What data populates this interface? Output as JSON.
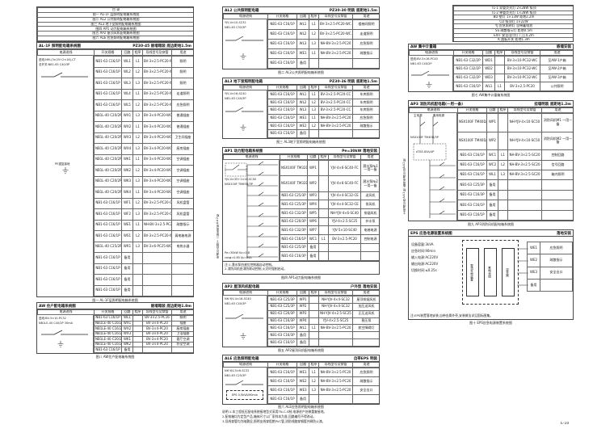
{
  "page": {
    "number": "E-10"
  },
  "left": {
    "index": {
      "widths": [
        194
      ],
      "rows": [
        [
          "目 录"
        ],
        [
          "图一 AL-1F 层照明配电箱系统图"
        ],
        [
          "图二 AL2 公共照明配电箱系统图"
        ],
        [
          "图三 AL3 地下室照明配电箱系统图"
        ],
        [
          "图四 AP1 动力配电箱系统图"
        ],
        [
          "图五 AP2 屋顶风机配电箱系统图"
        ],
        [
          "图六 ALE 应急照明配电箱系统图"
        ]
      ]
    },
    "main": {
      "title": {
        "name": "AL-1F 照明配电箱系统图",
        "spec": "PZ30-45 嵌墙暗装 底边距地1.5m"
      },
      "header": {
        "widths": [
          70,
          34,
          14,
          12,
          36,
          28
        ],
        "rows": [
          [
            "电源进线",
            "开关规格",
            "回路",
            "相序",
            "导线型号及穿管",
            "用途"
          ]
        ]
      },
      "dz": {
        "feeder": "进线:NM-(3×25+2×16)-CT",
        "breaker": "总开关:NB1-63 C40/3P",
        "ground": "PE重复接地"
      },
      "table": {
        "widths": [
          34,
          14,
          12,
          36,
          28
        ],
        "rows": [
          [
            "NB1-63 C16/1P",
            "WL1",
            "L1",
            "BV-3×2.5-PC20-WC.CC",
            "照明"
          ],
          [
            "NB1-63 C16/1P",
            "WL2",
            "L2",
            "BV-3×2.5-PC20-WC.CC",
            "照明"
          ],
          [
            "NB1-63 C16/1P",
            "WL3",
            "L3",
            "BV-3×2.5-PC20-WC.CC",
            "照明"
          ],
          [
            "NB1-63 C16/1P",
            "WL4",
            "L1",
            "BV-3×2.5-PC20-WC.CC",
            "走道照明"
          ],
          [
            "NB1-63 C16/1P",
            "WL5",
            "L2",
            "BV-3×2.5-PC20-WC.CC",
            "应急照明"
          ],
          [
            "NB1L-40 C20/2P",
            "WX1",
            "L3",
            "BV-3×4-PC20-WC.FC",
            "普通插座"
          ],
          [
            "NB1L-40 C20/2P",
            "WX2",
            "L1",
            "BV-3×4-PC20-WC.FC",
            "普通插座"
          ],
          [
            "NB1L-40 C20/2P",
            "WX3",
            "L2",
            "BV-3×4-PC20-WC.FC",
            "卫生间插座"
          ],
          [
            "NB1L-40 C20/2P",
            "WX4",
            "L3",
            "BV-3×4-PC20-WC.FC",
            "厨房插座"
          ],
          [
            "NB1L-40 C20/2P",
            "WK1",
            "L1",
            "BV-3×4-PC20-WC.CC",
            "空调插座"
          ],
          [
            "NB1L-40 C20/2P",
            "WK2",
            "L2",
            "BV-3×4-PC20-WC.CC",
            "空调插座"
          ],
          [
            "NB1L-40 C20/2P",
            "WK3",
            "L3",
            "BV-3×4-PC20-WC.CC",
            "空调插座"
          ],
          [
            "NB1L-40 C20/2P",
            "WK4",
            "L1",
            "BV-3×4-PC20-WC.CC",
            "空调插座"
          ],
          [
            "NB1-63 C16/1P",
            "WF1",
            "L2",
            "BV-3×2.5-PC20-CC",
            "风机盘管"
          ],
          [
            "NB1-63 C16/1P",
            "WF2",
            "L3",
            "BV-3×2.5-PC20-CC",
            "风机盘管"
          ],
          [
            "NB1-63 C16/1P",
            "WE1",
            "L1",
            "NH-BV-3×2.5-PC20",
            "疏散指示"
          ],
          [
            "NB1-63 C16/1P",
            "WS1",
            "L2",
            "BV-3×2.5-PC20-WC",
            "弱电箱电源"
          ],
          [
            "NB1L-40 C25/2P",
            "WR1",
            "L3",
            "BV-3×6-PC25-WC",
            "电热水器"
          ],
          [
            "NB1-63 C16/1P",
            "备用",
            "",
            "",
            ""
          ],
          [
            "NB1-63 C16/1P",
            "备用",
            "",
            "",
            ""
          ],
          [
            "NB1-63 C16/1P",
            "备用",
            "",
            "",
            ""
          ],
          [
            "NB1-63 C16/1P",
            "备用",
            "",
            "",
            ""
          ]
        ]
      },
      "cap": "图一 AL-1F层照明配电箱系统图"
    },
    "home": {
      "title": {
        "name": "AW 住户配电箱系统图",
        "spec": "嵌墙暗装 底边距地1.8m"
      },
      "header": {
        "widths": [
          70,
          34,
          14,
          12,
          36,
          28
        ],
        "rows": [
          [
            "电源进线",
            "开关规格",
            "回路",
            "相序",
            "导线型号及穿管",
            "用途"
          ]
        ]
      },
      "dz": {
        "feeder": "进线:BV-3×10-PC32",
        "breaker": "NB1LE-40 C40/2P 30mA"
      },
      "table": {
        "widths": [
          34,
          14,
          12,
          36,
          28
        ],
        "rows": [
          [
            "NB1-63 C16/1P",
            "WL1",
            "",
            "BV-3×2.5-PC16",
            "照明"
          ],
          [
            "NB1LE-40 C16/2P",
            "WX1",
            "",
            "BV-3×4-PC20",
            "插座"
          ],
          [
            "NB1LE-40 C16/2P",
            "WX2",
            "",
            "BV-3×4-PC20",
            "厨房插座"
          ],
          [
            "NB1LE-40 C16/2P",
            "WX3",
            "",
            "BV-3×4-PC20",
            "卫浴插座"
          ],
          [
            "NB1LE-40 C20/2P",
            "WK1",
            "",
            "BV-3×4-PC20",
            "客厅空调"
          ],
          [
            "NB1LE-40 C16/2P",
            "WK2",
            "",
            "BV-3×4-PC20",
            "卧室空调"
          ],
          [
            "NB1-63 C16/1P",
            "备用",
            "",
            "",
            ""
          ]
        ]
      },
      "cap": "图八 AW住户配电箱系统图"
    }
  },
  "mid": {
    "m1": {
      "title": {
        "name": "AL2 公共照明配电箱",
        "spec": "PZ30-30 明装 底距地1.5m"
      },
      "header": {
        "widths": [
          55,
          36,
          15,
          12,
          42,
          34
        ],
        "rows": [
          [
            "电源进线",
            "开关规格",
            "回路",
            "相序",
            "导线型号及穿管",
            "用途"
          ]
        ]
      },
      "dz": {
        "feeder": "YJV-4×10-SC32",
        "breaker": "NB1-63 C32/3P"
      },
      "table": {
        "widths": [
          36,
          15,
          12,
          42,
          34
        ],
        "rows": [
          [
            "NB1-63 C16/1P",
            "WL1",
            "L1",
            "BV-3×2.5-PC20-WC.CC",
            "楼梯间照明"
          ],
          [
            "NB1-63 C16/1P",
            "WL2",
            "L2",
            "BV-3×2.5-PC20-WC.CC",
            "走道照明"
          ],
          [
            "NB1-63 C16/1P",
            "WL3",
            "L3",
            "NH-BV-3×2.5-PC20",
            "应急照明"
          ],
          [
            "NB1-63 C16/1P",
            "WE1",
            "L1",
            "NH-BV-3×2.5-PC20",
            "疏散指示"
          ],
          [
            "NB1-63 C16/1P",
            "备用",
            "",
            "",
            ""
          ]
        ]
      },
      "cap": "图二 AL2公共照明配电箱系统图"
    },
    "m2": {
      "title": {
        "name": "AL3 地下室照明配电箱",
        "spec": "PZ30-36 明装 底距地1.5m"
      },
      "header": {
        "widths": [
          55,
          36,
          15,
          12,
          42,
          34
        ],
        "rows": [
          [
            "电源进线",
            "开关规格",
            "回路",
            "相序",
            "导线型号及穿管",
            "用途"
          ]
        ]
      },
      "dz": {
        "feeder": "YJV-4×16-SC40",
        "breaker": "NB1-63 C40/3P"
      },
      "table": {
        "widths": [
          36,
          15,
          12,
          42,
          34
        ],
        "rows": [
          [
            "NB1-63 C16/1P",
            "WL1",
            "L1",
            "BV-3×2.5-PC20-CC",
            "车库照明"
          ],
          [
            "NB1-63 C16/1P",
            "WL2",
            "L2",
            "BV-3×2.5-PC20-CC",
            "车库照明"
          ],
          [
            "NB1-63 C16/1P",
            "WL3",
            "L3",
            "BV-3×2.5-PC20-CC",
            "车库照明"
          ],
          [
            "NB1-63 C16/1P",
            "WE1",
            "L1",
            "NH-BV-3×2.5-PC20",
            "应急照明"
          ],
          [
            "NB1-63 C16/1P",
            "WE2",
            "L2",
            "NH-BV-3×2.5-PC20",
            "疏散指示"
          ],
          [
            "NB1-63 C16/1P",
            "备用",
            "",
            "",
            ""
          ]
        ]
      },
      "cap": "图三 AL3地下室照明配电箱系统图"
    },
    "m3": {
      "title": {
        "name": "AP1 动力配电箱系统图",
        "spec": "Pe=30kW 落地安装"
      },
      "header": {
        "widths": [
          70,
          34,
          14,
          12,
          40,
          24
        ],
        "rows": [
          [
            "电源进线",
            "开关规格",
            "回路",
            "相序",
            "导线型号及穿管",
            "用途"
          ]
        ]
      },
      "dz": {
        "incoming": "YJV-4×35+1×16-SC50",
        "breaker": "NSX100F TM63D/3P",
        "calc1": "Pe=30kW Kx=0.8",
        "calc2": "cosφ=0.85 Ijs=54A"
      },
      "side": "电源引自地下一层变电所AA2柜",
      "notes": [
        "注:1.潜水泵由液位控制器自动控制。",
        "2.消防风机由消防联动控制,火灾时强制启动。"
      ],
      "table": {
        "widths": [
          34,
          14,
          12,
          40,
          24
        ],
        "rows": [
          [
            "NSX100F TM32D/3P",
            "WP1",
            "",
            "YJV-4×6-SC40-FC",
            "潜水泵№1 一用一备"
          ],
          [
            "NSX100F TM32D/3P",
            "WP2",
            "",
            "YJV-4×6-SC40-FC",
            "潜水泵№2 一用一备"
          ],
          [
            "NB1-63 C25/3P",
            "WP3",
            "",
            "YJV-4×4-SC32-CE",
            "送风机"
          ],
          [
            "NB1-63 C25/3P",
            "WP4",
            "",
            "YJV-4×4-SC32-CE",
            "排风机"
          ],
          [
            "NB1-63 C32/3P",
            "WP5",
            "",
            "NH-YJV-4×6-SC40",
            "排烟风机"
          ],
          [
            "NB1-63 C20/3P",
            "WP6",
            "",
            "YJV-4×2.5-SC25",
            "补水泵"
          ],
          [
            "NB1-63 C32/3P",
            "WP7",
            "",
            "YJV-5×10-SC40",
            "电梯电源"
          ],
          [
            "NB1-63 C16/1P",
            "WC1",
            "L1",
            "BV-3×2.5-PC20",
            "控制电源"
          ],
          [
            "NB1-63 C25/3P",
            "备用",
            "",
            "",
            ""
          ],
          [
            "NB1-63 C16/3P",
            "备用",
            "",
            "",
            ""
          ]
        ]
      },
      "cap": "图四 AP1动力配电箱系统图"
    },
    "m4": {
      "title": {
        "name": "AP2 屋顶风机配电箱",
        "spec": "户外型 落地安装"
      },
      "header": {
        "widths": [
          55,
          36,
          15,
          12,
          42,
          34
        ],
        "rows": [
          [
            "电源进线",
            "开关规格",
            "回路",
            "相序",
            "导线型号及穿管",
            "用途"
          ]
        ]
      },
      "dz": {
        "feeder": "NH-YJV-4×16-SC40",
        "breaker": "NB1-63 C40/3P"
      },
      "table": {
        "widths": [
          36,
          15,
          12,
          42,
          34
        ],
        "rows": [
          [
            "NB1-63 C25/3P",
            "WP1",
            "",
            "NH-YJV-4×4-SC32",
            "屋顶排烟风机"
          ],
          [
            "NB1-63 C25/3P",
            "WP2",
            "",
            "NH-YJV-4×4-SC32",
            "加压送风机"
          ],
          [
            "NB1-63 C20/3P",
            "WP3",
            "",
            "NH-YJV-4×2.5-SC25",
            "正压送风机"
          ],
          [
            "NB1-63 C16/3P",
            "WP4",
            "",
            "YJV-4×2.5-SC25",
            "稳压泵"
          ],
          [
            "NB1-63 C16/1P",
            "WL1",
            "L1",
            "NH-BV-3×2.5-PC20",
            "航空障碍灯"
          ],
          [
            "NB1-63 C16/3P",
            "备用",
            "",
            "",
            ""
          ],
          [
            "NB1-63 C16/1P",
            "备用",
            "",
            "",
            ""
          ]
        ]
      },
      "cap": "图五 AP2屋顶风机配电箱系统图"
    },
    "m5": {
      "title": {
        "name": "ALE 应急照明配电箱",
        "spec": "自带EPS 明装"
      },
      "header": {
        "widths": [
          55,
          36,
          15,
          12,
          42,
          34
        ],
        "rows": [
          [
            "电源进线",
            "开关规格",
            "回路",
            "相序",
            "导线型号及穿管",
            "用途"
          ]
        ]
      },
      "dz": {
        "feeder": "NH-YJV-5×6-SC32",
        "breaker": "NB1-63 C25/3P",
        "eps": "EPS 0.5kVA/90min"
      },
      "table": {
        "widths": [
          36,
          15,
          12,
          42,
          34
        ],
        "rows": [
          [
            "NB1-63 C16/1P",
            "WE1",
            "L1",
            "NH-BV-3×2.5-PC20",
            "应急照明"
          ],
          [
            "NB1-63 C16/1P",
            "WE2",
            "L2",
            "NH-BV-3×2.5-PC20",
            "疏散指示"
          ],
          [
            "NB1-63 C16/1P",
            "WE3",
            "L3",
            "NH-BV-3×2.5-PC20",
            "安全出口"
          ],
          [
            "NB1-63 C16/1P",
            "备用",
            "",
            "",
            ""
          ]
        ]
      },
      "cap": "图六 ALE应急照明配电箱系统图"
    },
    "notes": [
      "说明:1.本工程低压配电系统接地型式采用TN-C-S制,电源进户处做重复接地。",
      "2.配电箱均为定型产品,箱体尺寸以厂家样本为准,回路编号不得改动。",
      "3.导线穿管均为暗敷设,照明支线穿阻燃PVC管,消防线路穿钢管并刷防火漆。"
    ]
  },
  "right": {
    "legend": {
      "widths": [
        149
      ],
      "rows": [
        [
          "TL-1 双管荧光灯 2×28W 吸顶"
        ],
        [
          "TL-2 单管荧光灯 1×28W 吸顶"
        ],
        [
          "BD 壁灯 1×13W 距地2.2m"
        ],
        [
          "CD 吸顶灯 1×22W"
        ],
        [
          "YJ 应急照明灯 自带蓄电池"
        ],
        [
          "SS 疏散指示灯 距地0.5m"
        ],
        [
          "EXIT 安全出口灯 门上0.2m"
        ],
        [
          "K 跷板开关 距地1.3m"
        ]
      ]
    },
    "meter": {
      "title": {
        "name": "AW 集中计量箱",
        "spec": "嵌墙安装"
      },
      "header": {
        "widths": [
          55,
          36,
          15,
          12,
          44,
          42
        ],
        "rows": [
          [
            "电源进线",
            "开关规格",
            "回路",
            "相序",
            "导线型号及穿管",
            "用途"
          ]
        ]
      },
      "dz": {
        "feeder": "进线:BV-3×16-PC40",
        "breaker": "NB1-63 C40/2P"
      },
      "table": {
        "widths": [
          36,
          15,
          12,
          44,
          42
        ],
        "rows": [
          [
            "NB1-63 C32/2P",
            "WD1",
            "",
            "BV-3×10-PC32-WC",
            "至AW-1户箱"
          ],
          [
            "NB1-63 C32/2P",
            "WD2",
            "",
            "BV-3×10-PC32-WC",
            "至AW-2户箱"
          ],
          [
            "NB1-63 C32/2P",
            "WD3",
            "",
            "BV-3×10-PC32-WC",
            "至AW-3户箱"
          ],
          [
            "NB1-63 C16/1P",
            "WL1",
            "L1",
            "BV-3×2.5-PC20",
            "公共照明"
          ]
        ]
      },
      "cap": "图七 AW集中计量箱系统图"
    },
    "fire": {
      "title": {
        "name": "AP3 消防风机配电箱(一用一备)",
        "spec": "挂墙明装 底距地1.2m"
      },
      "header": {
        "widths": [
          60,
          36,
          14,
          12,
          42,
          40
        ],
        "rows": [
          [
            "电源进线",
            "开关规格",
            "回路",
            "相序",
            "导线型号及穿管",
            "用途"
          ]
        ]
      },
      "dz": {
        "n1": "主电源",
        "n2": "备用电源",
        "ats": "ATSE-63A/4P",
        "breaker": "NSX100F TM40D/3P"
      },
      "side": "主电源引自AA1柜 备用电源引自AA2柜",
      "table": {
        "widths": [
          36,
          14,
          12,
          42,
          40
        ],
        "rows": [
          [
            "NSX100F TM40D/3P",
            "WP1",
            "",
            "NH-YJV-4×10-SC50",
            "消防风机M1 一用一备"
          ],
          [
            "NSX100F TM40D/3P",
            "WP2",
            "",
            "NH-YJV-4×10-SC50",
            "消防风机M2 一用一备"
          ],
          [
            "NB1-63 C16/1P",
            "WC1",
            "L1",
            "NH-BV-3×2.5-SC20",
            "控制回路"
          ],
          [
            "NB1-63 C16/1P",
            "WC2",
            "L2",
            "NH-BV-3×2.5-SC20",
            "信号回路"
          ],
          [
            "NB1-63 C16/1P",
            "WL1",
            "L3",
            "NH-BV-3×2.5-SC20",
            "箱内照明"
          ],
          [
            "NB1-63 C25/3P",
            "备用",
            "",
            "",
            ""
          ],
          [
            "NB1-63 C16/3P",
            "备用",
            "",
            "",
            ""
          ],
          [
            "NB1-63 C16/1P",
            "备用",
            "",
            "",
            ""
          ],
          [
            "NB1-63 C16/1P",
            "备用",
            "",
            "",
            ""
          ]
        ]
      },
      "cap": "图九 AP3消防风机配电箱系统图"
    },
    "eps": {
      "title": {
        "name": "EPS 应急电源装置系统图",
        "spec": "落地安装"
      },
      "info": {
        "widths": [
          62
        ],
        "rows": [
          [
            "设备容量:3kVA"
          ],
          [
            "应急时间:90min"
          ],
          [
            "输入电源:AC220V"
          ],
          [
            "输出电源:AC220V"
          ],
          [
            "切换时间:≤0.25s"
          ]
        ]
      },
      "boxes": [
        "整流充电装置",
        "蓄电池组",
        "逆变器"
      ],
      "out": {
        "widths": [
          16,
          40
        ],
        "rows": [
          [
            "WE1",
            "应急照明"
          ],
          [
            "WE2",
            "疏散指示"
          ],
          [
            "WE3",
            "安全出口"
          ],
          [
            "备用",
            ""
          ]
        ]
      },
      "note": "注:EPS装置落地安装,自带金属外壳,安装做法详见国标图集。",
      "cap": "图十 EPS应急电源装置系统图"
    }
  }
}
